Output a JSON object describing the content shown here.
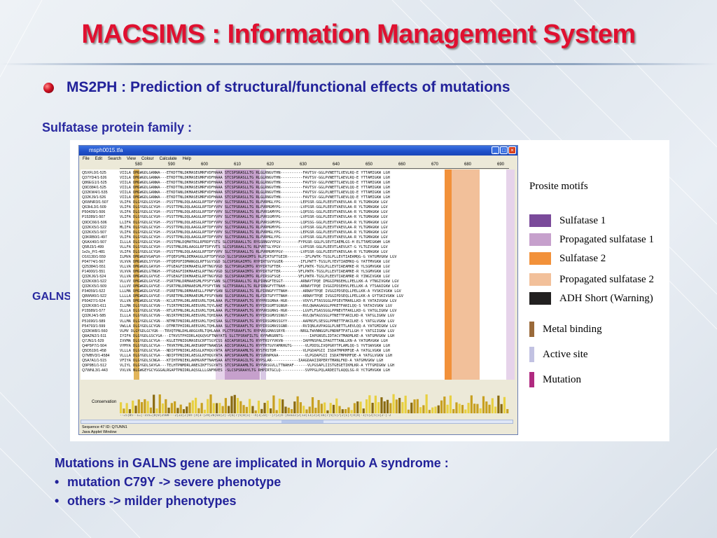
{
  "slide": {
    "title": "MACSIMS : Information Management System",
    "bullet": "MS2PH : Prediction of structural/functional effects of mutations",
    "subheading": "Sulfatase protein family :",
    "side_label": "GALNS",
    "bottom_heading": "Mutations in GALNS gene are implicated in Morquio A syndrome :",
    "bottom_items": [
      {
        "mark": "•",
        "text": "mutation C79Y -> severe phenotype"
      },
      {
        "mark": "•",
        "text": "others -> milder phenotypes"
      }
    ]
  },
  "window": {
    "title": "msph0015.tfa",
    "controls": {
      "minimize": "_",
      "maximize": "□",
      "close": "×"
    },
    "menu": [
      "File",
      "Edit",
      "Search",
      "View",
      "Colour",
      "Calculate",
      "Help"
    ],
    "ruler": [
      "580",
      "590",
      "600",
      "610",
      "620",
      "630",
      "640",
      "650",
      "660",
      "670",
      "680",
      "690"
    ],
    "conservation_label": "Conservation",
    "conservation_scale": "--=5|05--1=|-155=|8|0|2508---2|22|2|44-|4|3-|24|26|03|2|-3|6|7|5|0|1|--4|1|23|--|7|2|4-|43322|2|13|11|2|3|16|7|5|5|7|2|1|7|4|4|-1|5|2|5|1|2-|-2",
    "status_line_1": "Sequence 47 ID: Q7UNN1",
    "status_line_2": "Java Applet Window"
  },
  "alignment": {
    "rows": [
      {
        "name": "Q5XFL0/1-525",
        "seq": "VIILA DMGWGDLGANWA---ETKDTTNLDKMASEGMRFVDFHAAA STCSPSRASLLTG RLGLRNGVTHN----------FAVTSV-GGLPVNETTLVEVLRQ-E YTTAMIGKW LGH"
      },
      {
        "name": "Q37YD4/1-526",
        "seq": "VIILA DMGWGDLGANWA---ETKDTTNLDKMASEGMRFVDFHAAA STCSPSRASLLTG RLGLRNGVTHN----------FAVTSV-GGLPVNETTLAEVLRQ-E YTTAMIGKW LGH"
      },
      {
        "name": "Q86EG1/1-525",
        "seq": "VIILA DMGWGDLGANWA---ETKDTTNLDKMASEGMRFVDFHAAA STCSPSRASLLTG RLGLRNGVTHN----------FAVTSV-GGLPVNETTLAEVLQQ-E YTTAMIGKW LGH"
      },
      {
        "name": "Q9D384/1-525",
        "seq": "VIILA DMGWGDLGANWA---ETKDTTNLDKMASEGMRFVDFHAAA STCSPSRASLLTG RLGLRNGVTHN----------FAVTSV-GGLPVNETTLAEVLQQ-E YTTAMIGKW LGH"
      },
      {
        "name": "Q32KW4/1-535",
        "seq": "VIILA DMGWGDLGANWA---ETKDTANLDKMAAEGMRFVDFHAAA STCSPSRASLLTG RLGLRNGVTHN----------FAVTSV-GGLPLNETTLAEVLQQ-E YTTAMIGKW LGH"
      },
      {
        "name": "Q32KJ9/1-526",
        "seq": "VIILA DMGWGDLGANWA---ETKDTTNLDKMASEGMRFVDFHAAA STCSPSRASLLTG RLGLRNGVTHN----------FAVTSV-GGLPVNETTLAEVLQQ-E YTTAMIGKW LGH"
      },
      {
        "name": "Q6WNR3/1-507",
        "seq": "VLIFA DLGYGDLGSYGH---PSSTTPNLDQLAAGGLRFTDFYVPV SLCTPSRAALLTG RLPVRMGLYPG---------LEPSSR-GGLPLEEVTVAEVLAA-R YLTGMAGKW LGV"
      },
      {
        "name": "Q63HL3/1-509",
        "seq": "VLIFA DLGYGDLGCYGH---PSSTTPNLDQLAAGGLRFTDFYVPV SLCTPSRAALLTG RLPVRMGMYPG---------LVPSSR-GGLPLEEVTVAEVLAA-R YLTGMAGKW LGV"
      },
      {
        "name": "P50439/1-506",
        "seq": "VLIFA DLGYGDLGCYGH---PSSTTPNLDQLAEGGLRFTDFYVPV SLCTPSRAALLTG RLPVRSAMYPG---------LQPSSG-GGLPLEEVTVAEVLAA-R YLTGMAGKW LGV"
      },
      {
        "name": "P15289/1-507",
        "seq": "VLIFA DLGYGDLGCYGH---PSSTTPNLDQLAAGGLRFTDFYVPV SLCTPSRAALLTG RLPVRSGMYPG---------LVPSSR-GGLPLEEVTVAEVLAA-R YLTGMAGKW LGV"
      },
      {
        "name": "Q9DC66/1-506",
        "seq": "LLIFA DLGYGDLGCYGH---PSSTTPNLDQLAEGGLRFTDFYVPV SLCTPSRAALLTG RLPVRSGMYPG---------LQPSSG-GGLPLEEVTVAEVLAA-R YLTGMAGKW LGV"
      },
      {
        "name": "Q32KX5/1-522",
        "seq": "MLIFA DLGYGDLGCYGH---PSSTTPNLDQLAAGGLRFTDFYVPV SLCTPSRAALLTG RLPVRMGMYPG---------LVPSSR-GGLPLEEVTVAEVLAA-R YLTGMAGKW LGV"
      },
      {
        "name": "Q32KX5/1-507",
        "seq": "VLIFA DLGYGDLGCYGH---PSSATPNLDQLAAGGLRFTDFYVPV SLCTPSRAALLTG RLPVRMGLYPG---------LEPGSR-GGLPLEEVTVAEVLAA-R YLTGMAGKW LGV"
      },
      {
        "name": "Q3KRB0/1-497",
        "seq": "VLIFA DLGYGDLGCYGH---PSSTTPNLDQLAAGGLRFTDFYVPV SLCTPSRAALLTG RLPVRMGLYPG---------LVPSSR-GGLPLEEVTVAEVLAA-R YLTGMAGKW LGV"
      },
      {
        "name": "Q6AX40/1-507",
        "seq": "ILLLA DLGYGDLGCYGH---PSSTPNLDQMATRGLRFRDFYSTG SLCSPSRAALLTG RYGSRNGVYPGV--------FYPGSR-GGLPLSEVTIAEMLGS-H ELTTAMIGKWH LGH"
      },
      {
        "name": "Q5BJ3/1-499",
        "seq": "VLLFA DLGYGDLGCYGH---PSSTPNLDRLAAGGLRFTDFYVTS SLCSPSRAALLTG RLPVRTGLYPGV---------LVPSSR-GGLPLEEVTLAEVLKT-G YLTGIVGKW LGV"
      },
      {
        "name": "1e2s_P/1-481",
        "seq": "VLIFA DLGYGDLGCYGH---PSSTTPNLDQLAAGGLRFTDFYVPV SLCTPSRAALLTG RLPVRMGMYPGV--------LVPSSR-GGLPLEEVTVAEVLAA-R YLTGMAGKW LGV"
      },
      {
        "name": "O16130/1-559",
        "seq": "ILMVA DMGWGDVGAFGH---PTQEPSPNLDEMAAGGLRFTDFYVGD SLCSPSRAAIMTG RLPIRTGFTGEIR--------IFLPWTK-TGSLPLLEVTIAEAMQG-G YATGMVGKW LGV"
      },
      {
        "name": "P04774/1-567",
        "seq": "VLVVA DMGWGDLSYYGH---PTQEPOFIDMANGQLRFTGGYSGD SLCSPSRGAIMTG RYPIRTGVYGGER--------IFLPWTT-TGSLPLYEVTIAEMKQ-G YATTMVGKW LGV"
      },
      {
        "name": "Q25384/1-551",
        "seq": "VLLVA DMGWGDLGAYGH---PTGEAGFIDKMAAEGLRFTNGYVGD SLCTPSRGAIMTG RYPIRTGFTER--------VFLPWTK-TGSLPLLEVTIAEAMKE-R YLSGMVGKW LGV"
      },
      {
        "name": "P14000/1-551",
        "seq": "VLVVA DMGWGDLGTNGH---PTGEAGFIDKMAAEGLRFTNGYVGD SLCSPSRAAIMTG RYPIRTGFTER--------VFLPWTK-TGSLPLLEVTIAEAMKE-R YLSGMVGKW LGV"
      },
      {
        "name": "Q32KJ6/1-524",
        "seq": "VLLVA DMGWGDLGVYGE---PTGEAGFIDKMAAEGLRFTNGYVGD SLCSPSRAAIMTG RLPIRSGFSGE--------VFLPWTR-TGSLPLEEVTIAEAMRE-R YINGIVGKW LGV"
      },
      {
        "name": "Q32KX8/1-522",
        "seq": "VLLVV DMGWGDLGVYGE---PSRTPNLDRMAAEGMLFPSFYSAN SLCTPSRAALLTG RLPIRNGFTEGGT--------ARNAYTPQE IMGGIPNSEHLLPELLKK-A YTNGIVGKW LGV"
      },
      {
        "name": "Q32KX5/1-509",
        "seq": "LLLVV DMGWGDLGVYGE---PSRTPNLDRMAAEGMLFPSFYTAN SLCTPSRAALLTG RLPIRNGFYTTNAH-------ARNAYTPQE IVGGIPDSEHVLPELLKK-A YTSAAIGKW LGV"
      },
      {
        "name": "P34059/1-522",
        "seq": "LLLMA DMGWGDLGVYGE---PSRETPNLDRMAAEGLLFPNFYSAN SLCSPSRAALLTG RLPIRNGFYTTNAH-------ARNAYTPQE IVGGIPDSEQLLPELLKK-A YVSKIVGKW LGV"
      },
      {
        "name": "Q8WW0/1-522",
        "seq": "LLLLA DMGWGDLGVYGE---PSRETPNLDRMAAEGMLFPSFYAAN SLCSPSRAALLTG RLPIRTGFYTTNAH-------ARNAYTPQE IVGGIPDSEQLLPELLKK-A GYTSKIVGKW LGV"
      },
      {
        "name": "P50427/1-524",
        "seq": "VLLVA DMGWGDLGCYGN---KCLRTPHLDRLAREGVRLTQHLAAA PLCTPSRAAFLTG RYPPRSGMAA-HGR-------VOVYLFTASSGGLPPSEVTMARLLKD-R YATAIVGKW LGV"
      },
      {
        "name": "Q32KX8/1-611",
        "seq": "ILLMA DLGYGDLGCYGN---TSIRTPNIDRLAEEGVRLTQYLAAE PLCTPSRAAFLTG RYPIRSGMTSGNGH-------RVLQWAAGAGGLPPKETFARILQQ-S YATAIVGKW LGV"
      },
      {
        "name": "P15589/1-577",
        "seq": "VLLLA DLGYGDLGCYGN---RTLRTPNLDRLALEGVKLTQHLAAA PLCTPSRAAFLTG RYPVRSGMAS-HGR-------LGVFLFSASSGGLPPNEVTFAKLLKD-G YATGLIGKW LGV"
      },
      {
        "name": "Q32KJ4/1-585",
        "seq": "ILLLA DLGYGDLGCYGN---NSIRTPNIDRLAEEGVRLTQHIAAA PLCTPSRAAFLTG RYPIRSGMVSSNGY-------RVLQWTAGSSGLPTNETTFARILKD-R YATGLIGKW LGV"
      },
      {
        "name": "P51690/1-589",
        "seq": "VLLMA DLGYGDLGCYGN---NTMRTPNIDRLAEEGVKLTQHISAA SLCTPSRAAFLTG RYPIRSGMASSGYY-------AAPNSFLSESGLPPNETTFAKILKE-S YATGLVGKW LGV"
      },
      {
        "name": "P54793/1-599",
        "seq": "VWLLA DLGYGDLGCYGN---DTMRTPHIDRLAEEGVKLTQHLAAA SLCTPSRAAFLTG RYPIRSGMASSGNR-------RVIQNLAVPAGGLPLNETTLAEVLQQ-A YATGMIGKW LGV"
      },
      {
        "name": "Q32KW8/1-560",
        "seq": "VLMV DLGYGDLGCYGN---TRVQTPNLDHLARGGVRLTQHLAAA PLCTPSRAAFLTG RYPVRSGMASSRYR-------NRGLTWVNNGGPLPNDNFTFATLLGH-Y YATGIIGKW LGV"
      },
      {
        "name": "Q8A2N2/1-511",
        "seq": "IYIFA DLGYGDLGSCYGA---ITKVSTPHIDRLAQGQVGFTNAYATS SLCTPSRAFILTG RYPWRGRNTG------------IAPGNSELIDTACVTMADMLKE-A YATGMVGKW LGH"
      },
      {
        "name": "Q7JN1/1-529",
        "seq": "IVVMA DLGYGDLGCYGA---KGLETPNIDGMASEGCRFTSGYCSS AICAPSRSALLTG RYPTRSYYVKVN---------IAPPNSPALIPAGTTTANLLKN-A YATGMVGKW LGH"
      },
      {
        "name": "Q4P5P7/1-504",
        "seq": "VYMYA DLGYGDLGCYGA---TRVKTPNLDRLAKEGKRFTNAWSSA AICSPSRAALLTG RYPTRTGVYAMRHGTG------VLPDDSLIVQPGRYTPLAMLQQ-S YVTSWVGKW LGH"
      },
      {
        "name": "Q5D519/1-458",
        "seq": "VLLLA DLGYGDLGCYGA---NDIPTPNIDKLAEGGLKFHQGYATA APCSPSRAAMLTG RYSTRSTDM------------VLPGDAPGII ISDATMPKMFQE-A YATGLVGKW LGH"
      },
      {
        "name": "Q7MBV3/1-4584",
        "seq": "VLLLA DLGYGDLGCYGA---NDIPTPNIDKLAEGGLKFHQGYATA APCSPSRAAMLTG RYSVRNPKAA------------VLPGDAPGII ISDATMPKMFQE-A YATGLVGKW LGH"
      },
      {
        "name": "Q5A7A1/1-515",
        "seq": "VFIYA DLGYGDLSCNGA---KTIHTPNIEKLAKMGVRFTNAHSAA ATCTPSRAGILTG RYPSLAR------------IAAGDAAIIRPERYTMANLFKD-A YATGMVGKW LGH"
      },
      {
        "name": "Q9P9B1/1-512",
        "seq": "VLIYL DLGYGDLSAYGA---TELHTPNMDRLANEGIKFTSGYATS STCSPSRAAMLTG RYPVRSGVLLTTNAHAF------VLPGSAPLIISTGEGETIKMLKR-A YTTGMIGKW LGH"
      },
      {
        "name": "Q7WNL3/1-443",
        "seq": "VVLVA NLGWGEYGCYGGGALRGAPTPNIDRLAQSGLLLGNFNVES -SLCSPSRAAYLTG RHPIRTGCLQ-----------SVPPGLPQLARDEITLAQQLSG-R YCTGMVGKW LGH"
      }
    ]
  },
  "legend": {
    "title": "Prosite motifs",
    "items": [
      {
        "label": "Sulfatase 1",
        "color": "#7a4a9a",
        "kind": "box"
      },
      {
        "label": "Propagated sulfatase 1",
        "color": "#c6a0cc",
        "kind": "box"
      },
      {
        "label": "Sulfatase 2",
        "color": "#f2913a",
        "kind": "box"
      },
      {
        "label": "Propagated sulfatase 2",
        "color": "#f2c09a",
        "kind": "box"
      },
      {
        "label": "ADH Short (Warning)",
        "color": "#222020",
        "kind": "box"
      },
      {
        "label": "Metal binding",
        "color": "#9a6a3a",
        "kind": "bar"
      },
      {
        "label": "Active site",
        "color": "#c2c2e2",
        "kind": "bar"
      },
      {
        "label": "Mutation",
        "color": "#b02a80",
        "kind": "bar"
      }
    ]
  }
}
